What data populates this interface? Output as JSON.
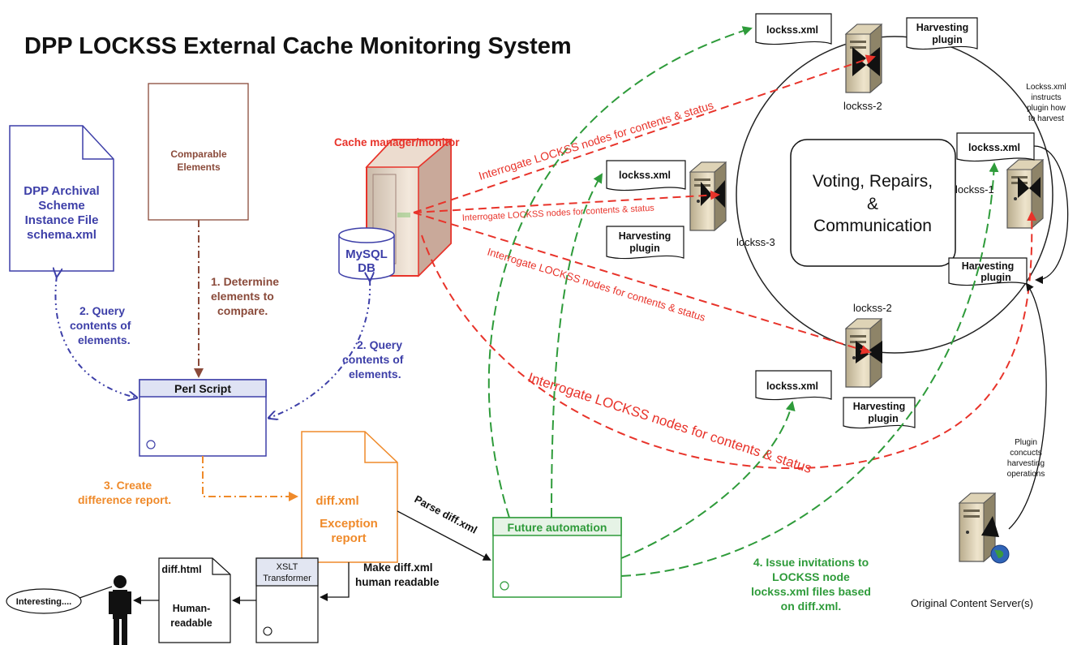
{
  "title": "DPP LOCKSS External Cache Monitoring System",
  "colors": {
    "blue": "#3d3fa8",
    "brown": "#8a4a3a",
    "orange": "#ef8a2a",
    "red": "#e8332a",
    "green": "#2e9b3a",
    "black": "#111111"
  },
  "nodes": {
    "schema_doc": [
      "DPP Archival",
      "Scheme",
      "Instance File",
      "schema.xml"
    ],
    "comparable": [
      "Comparable",
      "Elements"
    ],
    "cache_manager": "Cache manager/monitor",
    "mysql": [
      "MySQL",
      "DB"
    ],
    "perl_script": "Perl Script",
    "diff_xml": {
      "name": "diff.xml",
      "desc": [
        "Exception",
        "report"
      ]
    },
    "future_automation": "Future automation",
    "xslt": [
      "XSLT",
      "Transformer"
    ],
    "diff_html": {
      "name": "diff.html",
      "desc": [
        "Human-",
        "readable"
      ]
    },
    "speech_bubble": "Interesting....",
    "voting": [
      "Voting, Repairs,",
      "&",
      "Communication"
    ],
    "server_labels": {
      "lockss2_top": "lockss-2",
      "lockss3": "lockss-3",
      "lockss1": "lockss-1",
      "lockss2_bottom": "lockss-2",
      "origin": "Original Content Server(s)"
    },
    "lockss_xml": "lockss.xml",
    "harvesting_plugin": [
      "Harvesting",
      "plugin"
    ]
  },
  "step_labels": {
    "step1": [
      "1. Determine",
      "elements to",
      "compare."
    ],
    "step2_left": [
      "2. Query",
      "contents of",
      "elements."
    ],
    "step2_right": [
      "2. Query",
      "contents of",
      "elements."
    ],
    "step3": [
      "3. Create",
      "difference report."
    ],
    "step4": [
      "4. Issue invitations to",
      "LOCKSS node",
      "lockss.xml files based",
      "on diff.xml."
    ],
    "parse": "Parse diff.xml",
    "make_readable": [
      "Make diff.xml",
      "human readable"
    ],
    "lockss_instruct": [
      "Lockss.xml",
      "instructs",
      "plugin how",
      "to harvest"
    ],
    "plugin_conducts": [
      "Plugin",
      "concucts",
      "harvesting",
      "operations"
    ],
    "interrogate": "Interrogate LOCKSS nodes for contents & status"
  }
}
